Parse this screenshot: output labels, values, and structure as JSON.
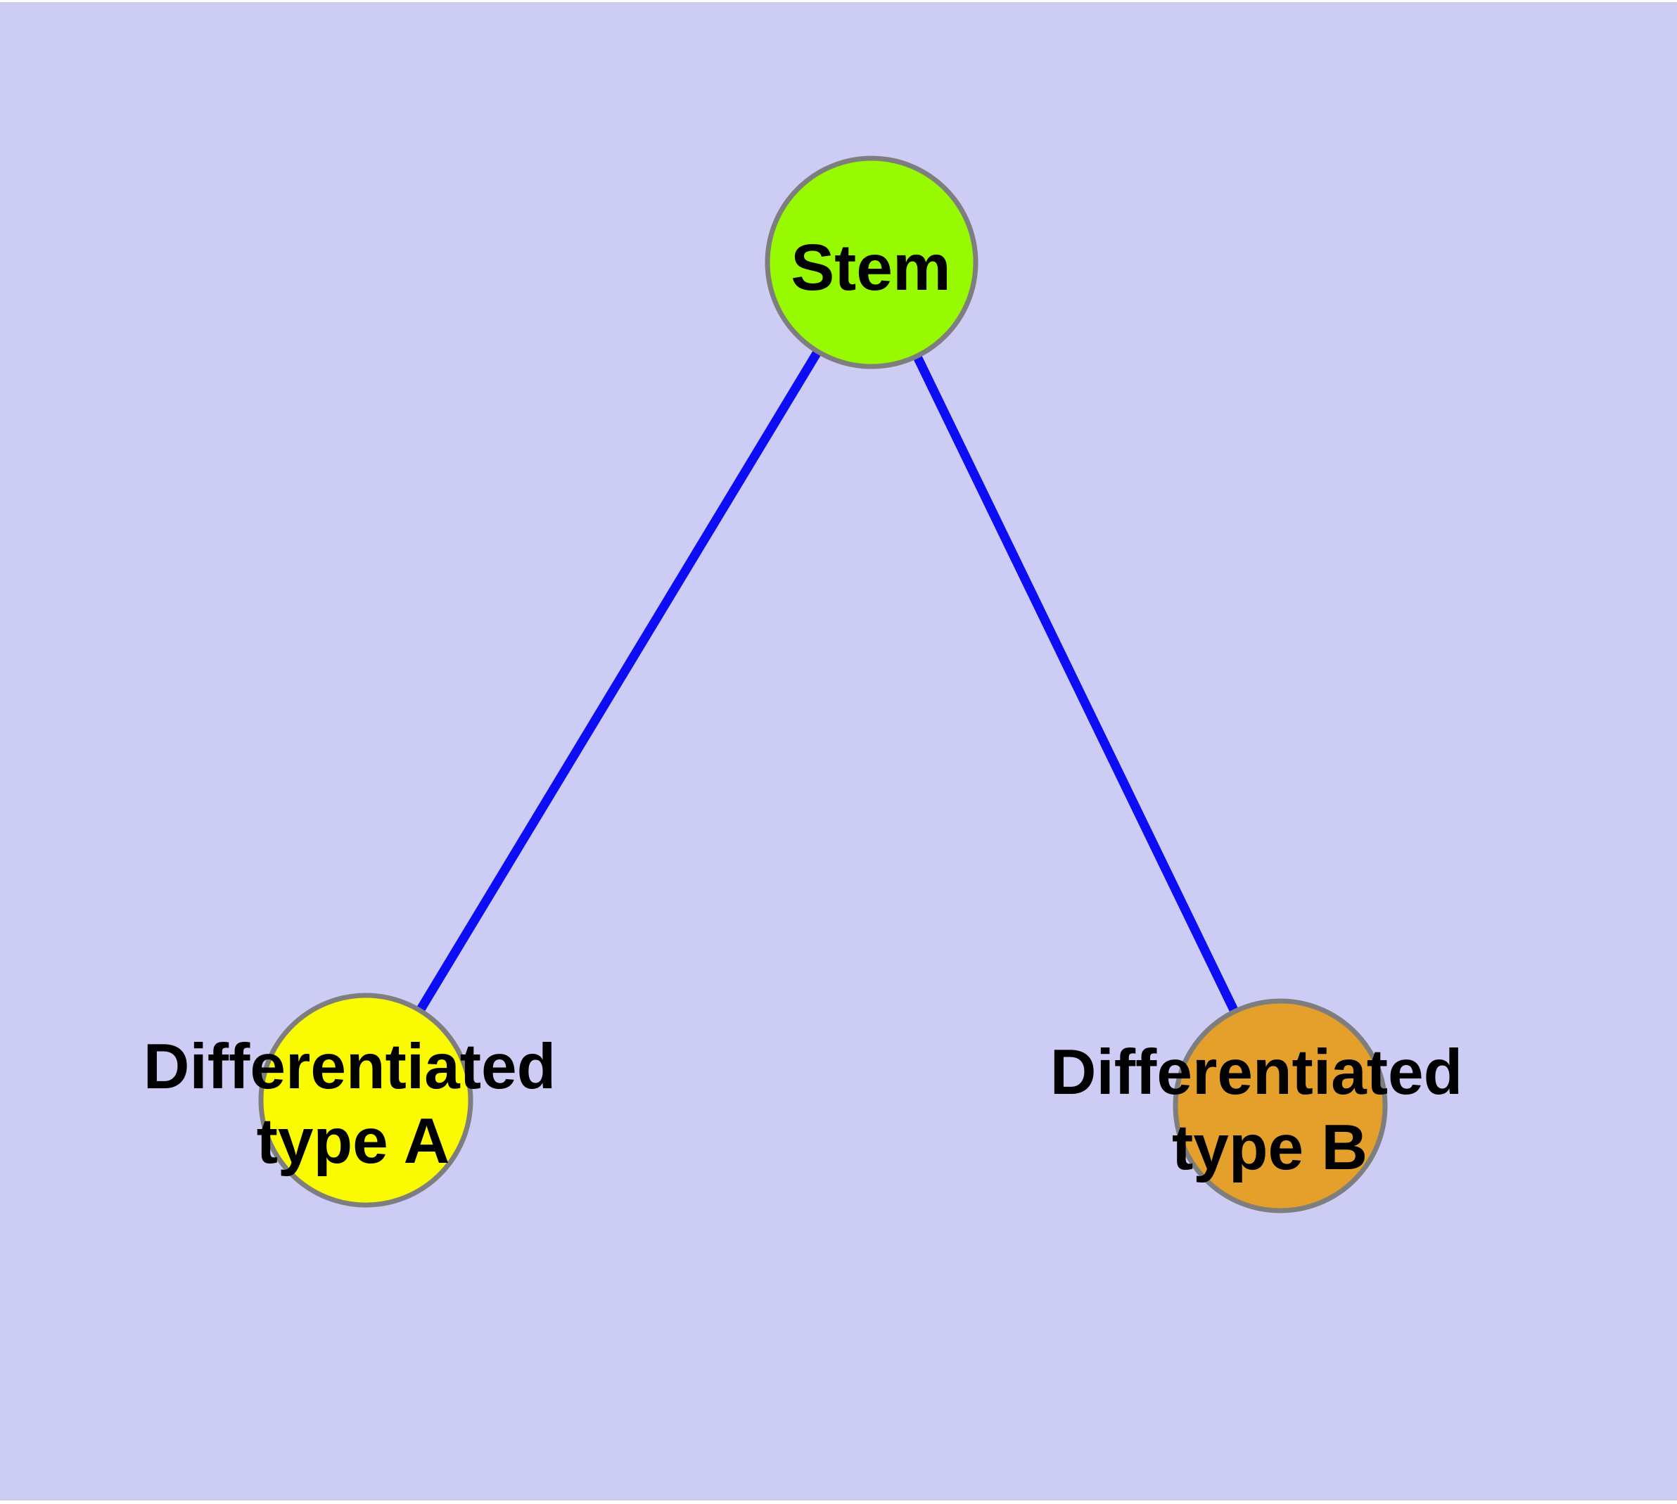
{
  "diagram": {
    "type": "node-link-tree",
    "background_color": "#CCCCF5",
    "page_margin_color": "#FFFFFF",
    "edge_color": "#0D0DF5",
    "node_border_color": "#7E7E7E",
    "label_color": "#000000",
    "nodes": [
      {
        "id": "stem",
        "label": "Stem",
        "lines": [
          "Stem"
        ],
        "fill": "#97FA00"
      },
      {
        "id": "differentiated-type-a",
        "label": "Differentiated type A",
        "lines": [
          "Differentiated",
          "type A"
        ],
        "fill": "#FAFA00"
      },
      {
        "id": "differentiated-type-b",
        "label": "Differentiated type B",
        "lines": [
          "Differentiated",
          "type B"
        ],
        "fill": "#E4A02B"
      }
    ],
    "edges": [
      {
        "from": "Stem",
        "to": "Differentiated type A"
      },
      {
        "from": "Stem",
        "to": "Differentiated type B"
      }
    ]
  }
}
